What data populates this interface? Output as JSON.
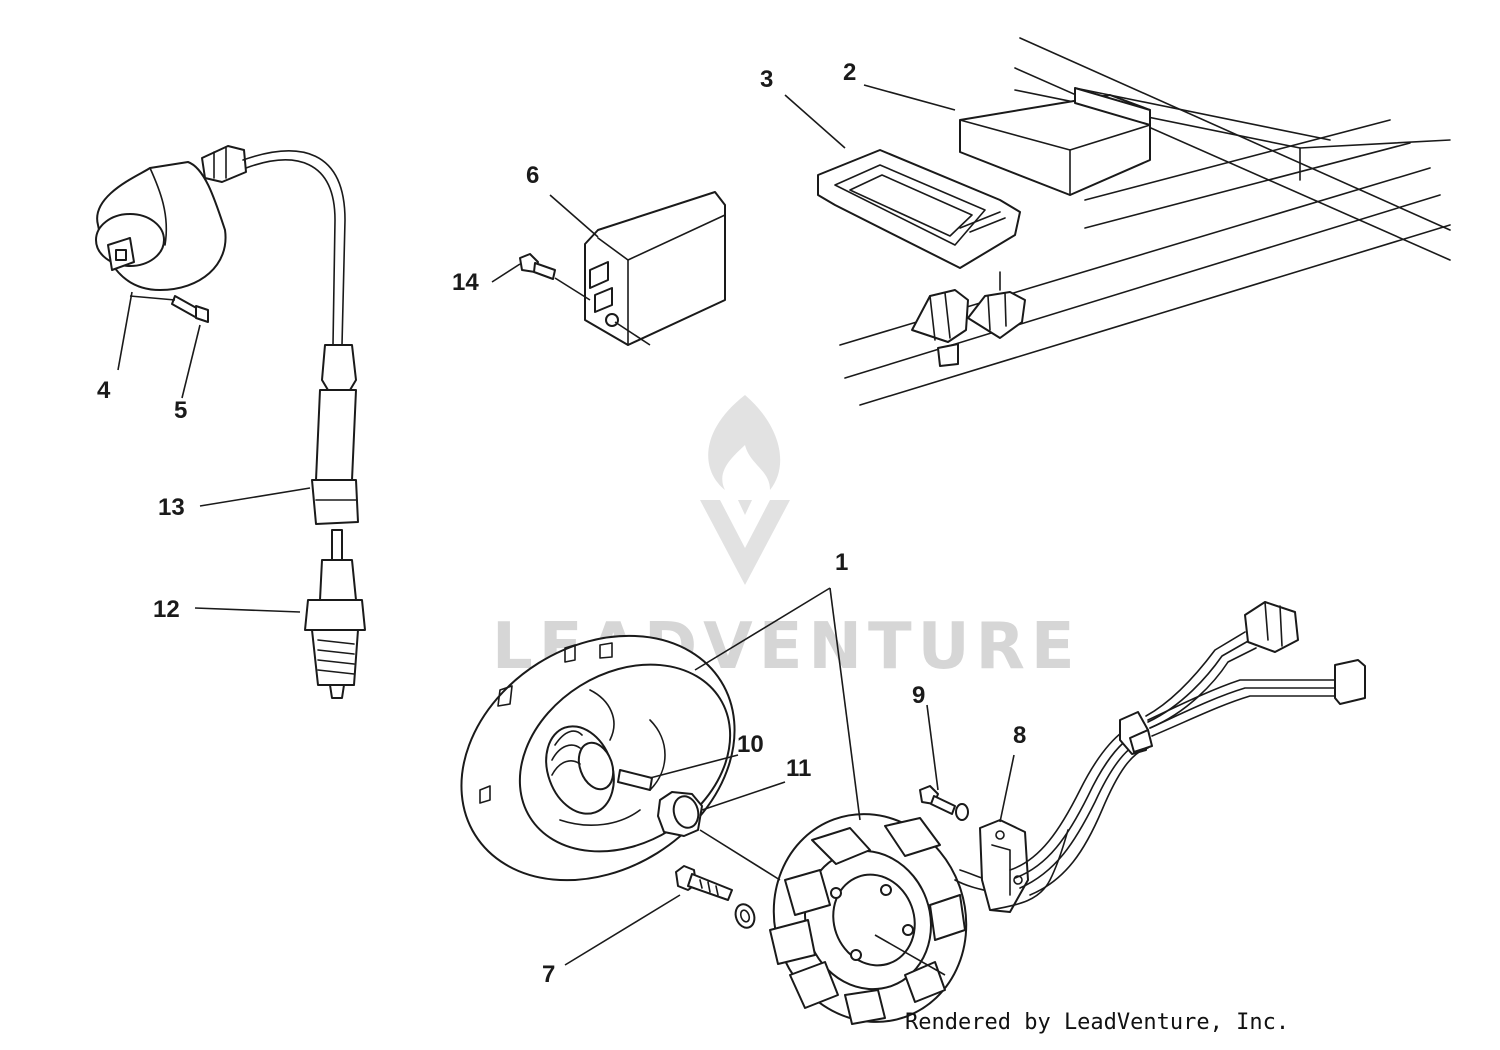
{
  "watermark": {
    "text": "LEADVENTURE"
  },
  "footer": {
    "credit": "Rendered by LeadVenture, Inc."
  },
  "callouts": {
    "c1": "1",
    "c2": "2",
    "c3": "3",
    "c4": "4",
    "c5": "5",
    "c6": "6",
    "c7": "7",
    "c8": "8",
    "c9": "9",
    "c10": "10",
    "c11": "11",
    "c12": "12",
    "c13": "13",
    "c14": "14"
  }
}
